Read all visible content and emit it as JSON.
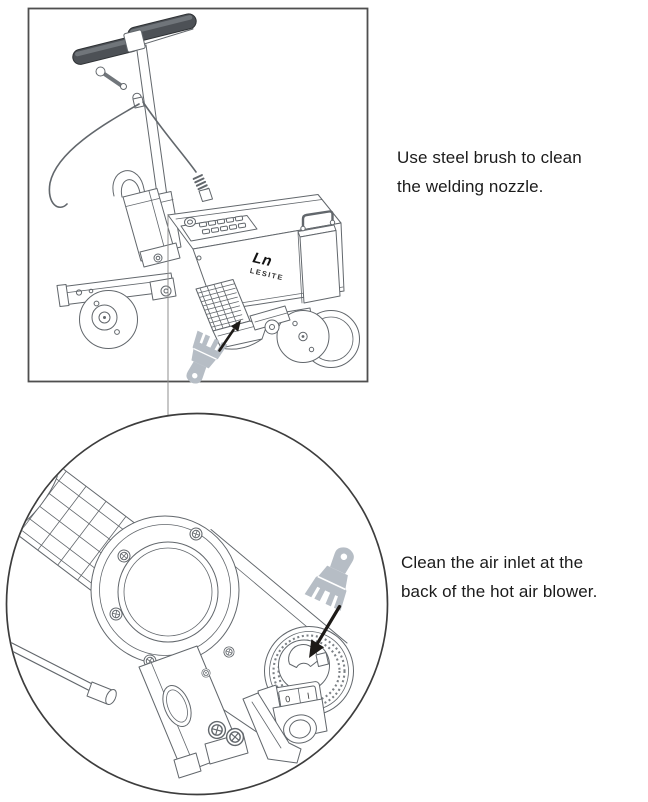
{
  "captions": {
    "top": {
      "line1": "Use steel brush to clean",
      "line2": "the welding nozzle."
    },
    "bottom": {
      "line1": "Clean the air inlet at the",
      "line2": "back of the hot air blower."
    }
  },
  "machine": {
    "brand": "LESITE",
    "logo_mark": "Ln",
    "power_switch": {
      "off_label": "0",
      "on_label": "I"
    }
  },
  "icons": {
    "brush_top": "cleaning-brush-icon",
    "brush_bottom": "cleaning-brush-icon"
  },
  "colors": {
    "line": "#62676c",
    "dark": "#3d3d3d",
    "frame": "#4f4f4f",
    "grip": "#4d5156",
    "brush": "#b6bdc5",
    "arrow": "#1d1a17",
    "ink": "#1b1b1b"
  }
}
